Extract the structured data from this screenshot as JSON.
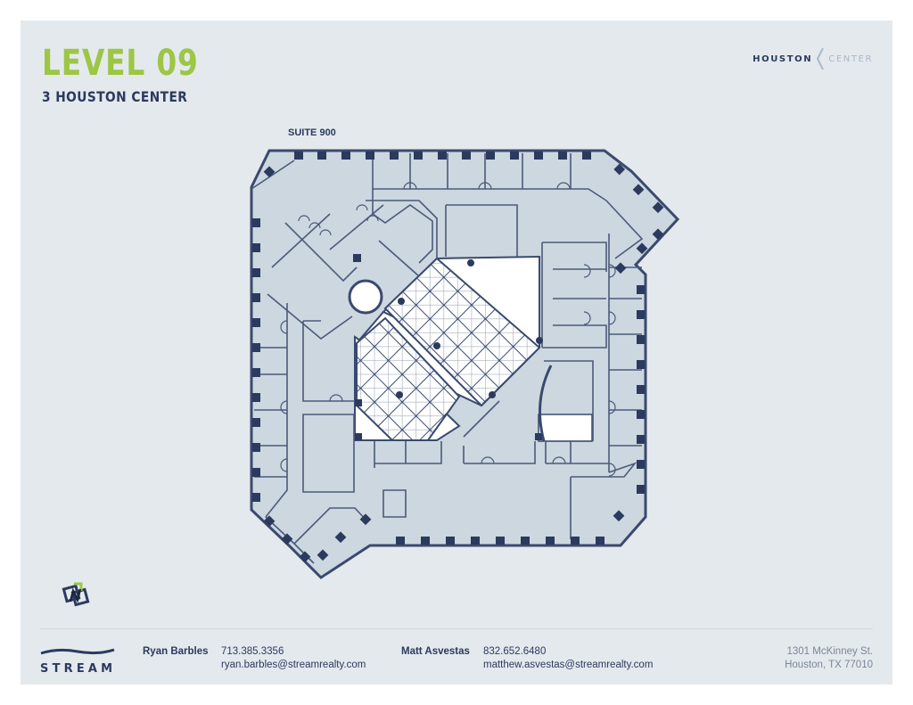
{
  "header": {
    "level_title": "LEVEL 09",
    "building_name": "3 HOUSTON CENTER",
    "brand_left": "HOUSTON",
    "brand_right": "CENTER"
  },
  "floor_plan": {
    "suite_label": "SUITE 900",
    "colors": {
      "office_fill": "#ccd7df",
      "core_fill": "#ffffff",
      "wall": "#3a4a6e",
      "column": "#2b3a5e"
    }
  },
  "footer": {
    "logo_text": "STREAM",
    "contacts": [
      {
        "name": "Ryan Barbles",
        "phone": "713.385.3356",
        "email": "ryan.barbles@streamrealty.com"
      },
      {
        "name": "Matt Asvestas",
        "phone": "832.652.6480",
        "email": "matthew.asvestas@streamrealty.com"
      }
    ],
    "address": {
      "line1": "1301 McKinney St.",
      "line2": "Houston, TX 77010"
    }
  },
  "colors": {
    "accent_green": "#9dc645",
    "navy": "#2b3a5e",
    "background": "#e4e9ee",
    "muted_text": "#7b8696"
  }
}
